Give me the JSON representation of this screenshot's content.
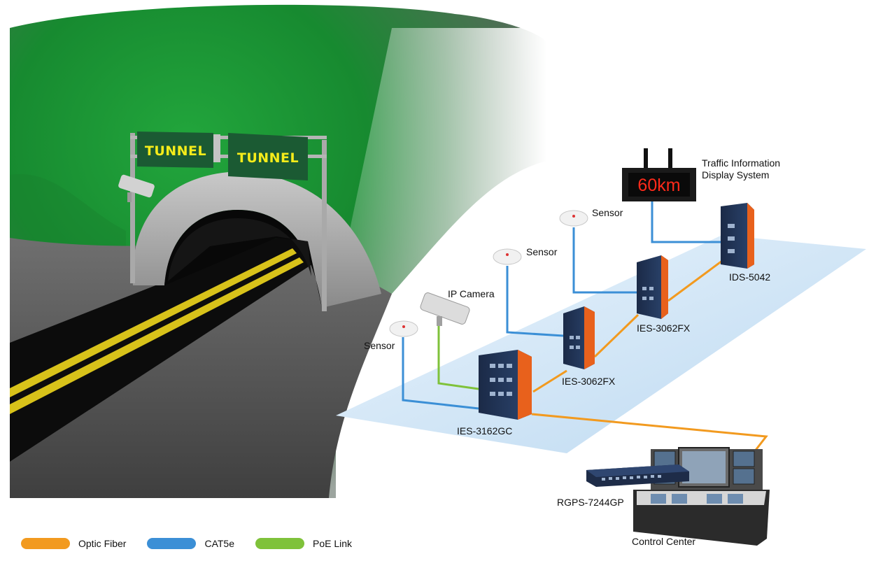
{
  "signs": {
    "left": "TUNNEL",
    "right": "TUNNEL"
  },
  "display": {
    "value": "60km",
    "caption_line1": "Traffic Information",
    "caption_line2": "Display System"
  },
  "devices": {
    "sensor_1": "Sensor",
    "sensor_2": "Sensor",
    "sensor_3": "Sensor",
    "ip_camera": "IP Camera",
    "switch_main": "IES-3162GC",
    "switch_2": "IES-3062FX",
    "switch_3": "IES-3062FX",
    "server": "IDS-5042",
    "core_switch": "RGPS-7244GP",
    "control_center": "Control Center"
  },
  "legend": [
    {
      "label": "Optic Fiber",
      "color": "#f29a1f"
    },
    {
      "label": "CAT5e",
      "color": "#3b8fd6"
    },
    {
      "label": "PoE Link",
      "color": "#7fc23a"
    }
  ],
  "colors": {
    "fiber": "#f29a1f",
    "cat5e": "#3b8fd6",
    "poe": "#7fc23a",
    "mountain": "#1f9a37",
    "road": "#111111",
    "lane_marking": "#d8c21a",
    "platform": "#cfe4f5",
    "switch_body": "#213457",
    "switch_accent": "#e8611c"
  }
}
